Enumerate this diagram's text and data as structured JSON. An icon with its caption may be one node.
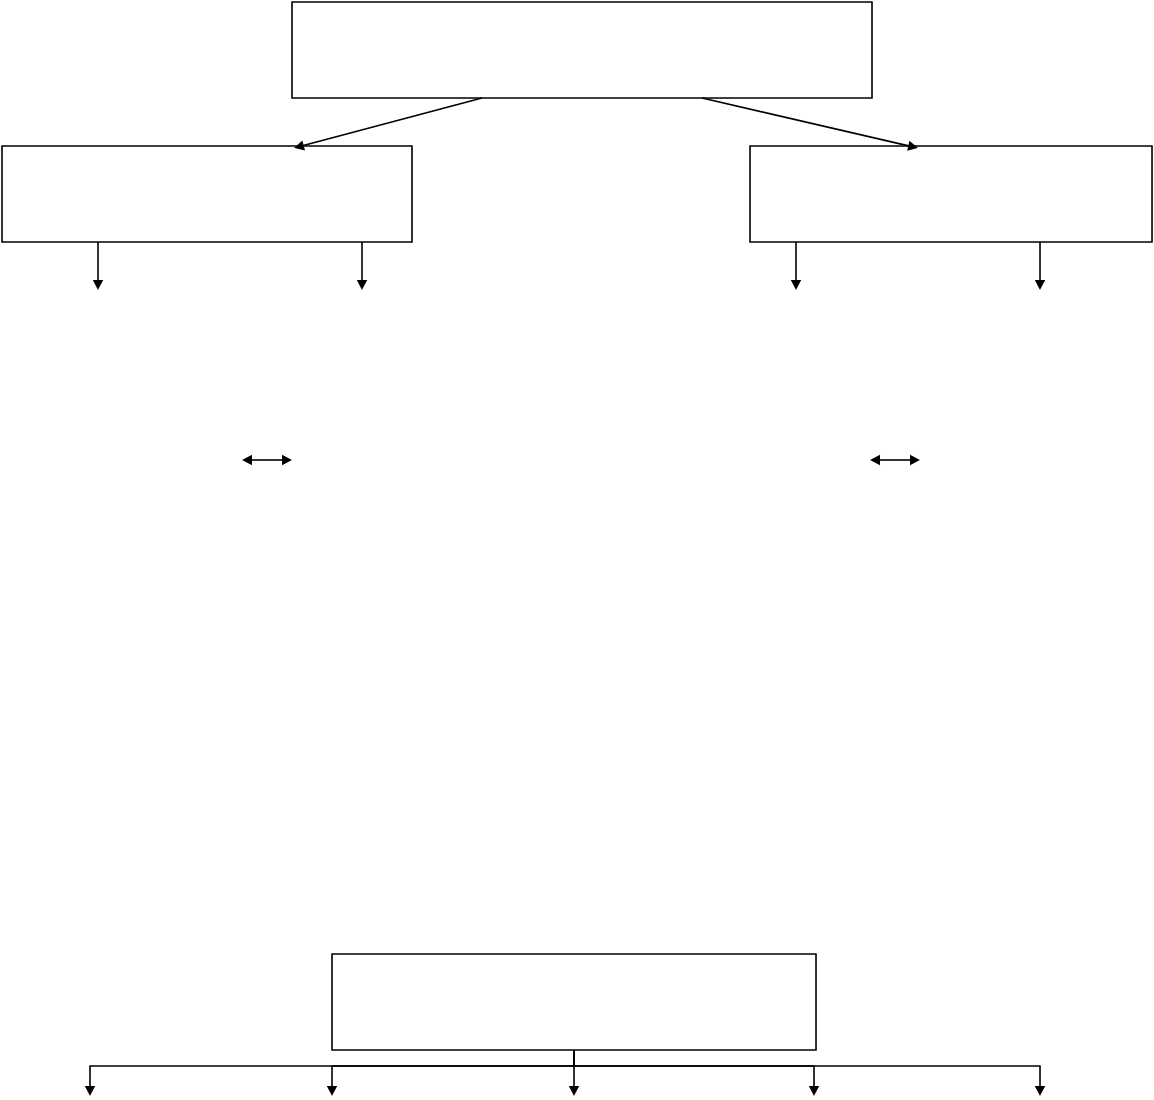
{
  "diagram": {
    "nodes": [
      {
        "text": [],
        "shape": "box"
      },
      {
        "text": [],
        "shape": "box"
      },
      {
        "text": [],
        "shape": "box"
      },
      {
        "text": [],
        "shape": "box"
      }
    ],
    "edges": [
      {
        "from": 0,
        "to": 1,
        "arrow": "to"
      },
      {
        "from": 0,
        "to": 2,
        "arrow": "to"
      },
      {
        "from": 1,
        "to": null,
        "arrow": "to"
      },
      {
        "from": 1,
        "to": null,
        "arrow": "to"
      },
      {
        "from": 2,
        "to": null,
        "arrow": "to"
      },
      {
        "from": 2,
        "to": null,
        "arrow": "to"
      },
      {
        "from": 3,
        "to": null,
        "arrow": "to"
      },
      {
        "from": 3,
        "to": null,
        "arrow": "to"
      },
      {
        "from": 3,
        "to": null,
        "arrow": "to"
      },
      {
        "from": 3,
        "to": null,
        "arrow": "to"
      },
      {
        "from": 3,
        "to": null,
        "arrow": "to"
      }
    ]
  }
}
